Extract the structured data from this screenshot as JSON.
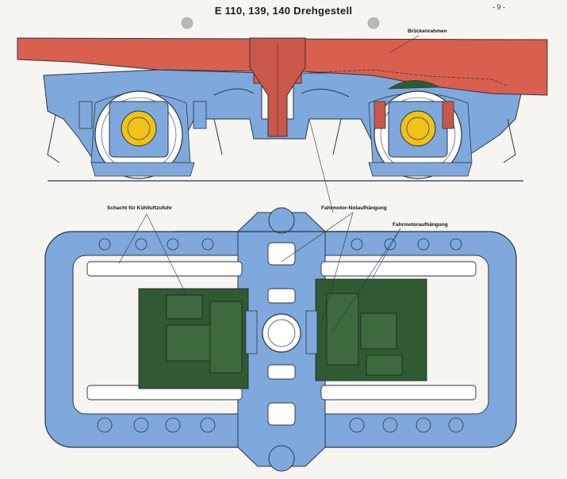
{
  "header": {
    "title": "E 110, 139, 140  Drehgestell",
    "page_number": "- 9 -"
  },
  "labels": {
    "bridge_frame": "Brückenrahmen",
    "cooling_duct": "Schacht für Kühlluftzufuhr",
    "motor_emergency_suspension": "Fahrmotor-Notaufhängung",
    "motor_suspension": "Fahrmotoraufhängung"
  },
  "colors": {
    "frame_red": "#d9604f",
    "bogie_blue": "#7fa9dc",
    "outline": "#2b3440",
    "motor_green": "#2f5a32",
    "axle_yellow": "#f0c21a"
  }
}
